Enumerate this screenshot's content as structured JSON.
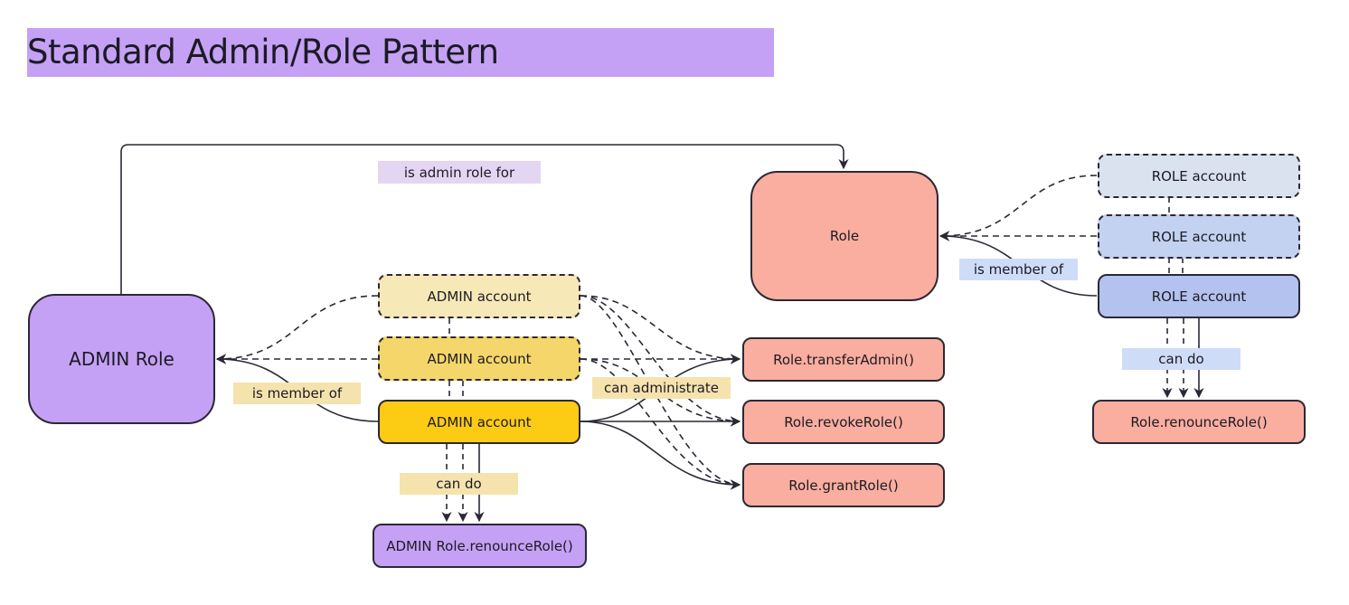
{
  "title": "Standard Admin/Role Pattern",
  "colors": {
    "title_bg": "#c5a1f5",
    "admin_role": "#c5a1f5",
    "role": "#f9ae9f",
    "admin_account_1": "#f7e8b8",
    "admin_account_2": "#f5d66a",
    "admin_account_3": "#fccb14",
    "role_account_1": "#dae2f0",
    "role_account_2": "#c3d2f0",
    "role_account_3": "#b3c2ee",
    "label_yellow": "#f5e3ae",
    "label_blue": "#cfdcf8",
    "label_lilac": "#e4d6f2",
    "line": "#2b2836"
  },
  "nodes": {
    "admin_role": "ADMIN Role",
    "role": "Role",
    "admin_accounts": [
      "ADMIN account",
      "ADMIN account",
      "ADMIN account"
    ],
    "role_accounts": [
      "ROLE account",
      "ROLE account",
      "ROLE account"
    ],
    "transfer_admin": "Role.transferAdmin()",
    "revoke_role": "Role.revokeRole()",
    "grant_role": "Role.grantRole()",
    "admin_renounce": "ADMIN Role.renounceRole()",
    "role_renounce": "Role.renounceRole()"
  },
  "labels": {
    "is_admin_role_for": "is admin role for",
    "admin_is_member_of": "is member of",
    "role_is_member_of": "is member of",
    "can_administrate": "can administrate",
    "admin_can_do": "can do",
    "role_can_do": "can do"
  }
}
